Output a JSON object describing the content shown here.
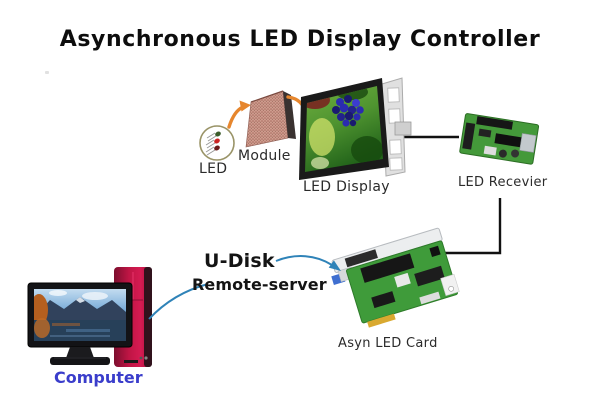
{
  "title": "Asynchronous LED Display Controller",
  "nodes": {
    "led": {
      "label": "LED"
    },
    "module": {
      "label": "Module"
    },
    "led_display": {
      "label": "LED Display"
    },
    "led_receiver": {
      "label": "LED Recevier"
    },
    "asyn_led_card": {
      "label": "Asyn LED Card"
    },
    "computer": {
      "label": "Computer"
    }
  },
  "annotations": {
    "u_disk": "U-Disk",
    "remote_server": "Remote-server"
  },
  "icons": {
    "led": "led-lamps-icon",
    "module": "led-module-icon",
    "display": "led-display-icon",
    "receiver": "receiver-card-icon",
    "card": "controller-card-icon",
    "computer": "desktop-computer-icon"
  },
  "colors": {
    "orange_arrow": "#e6862d",
    "blue_arrow": "#2f83b8",
    "computer_label_blue": "#3a3dcb",
    "pcb_green": "#3f9b3a",
    "tower_red": "#c41648",
    "title_text": "#0d0d0d",
    "connector_line": "#111111"
  }
}
